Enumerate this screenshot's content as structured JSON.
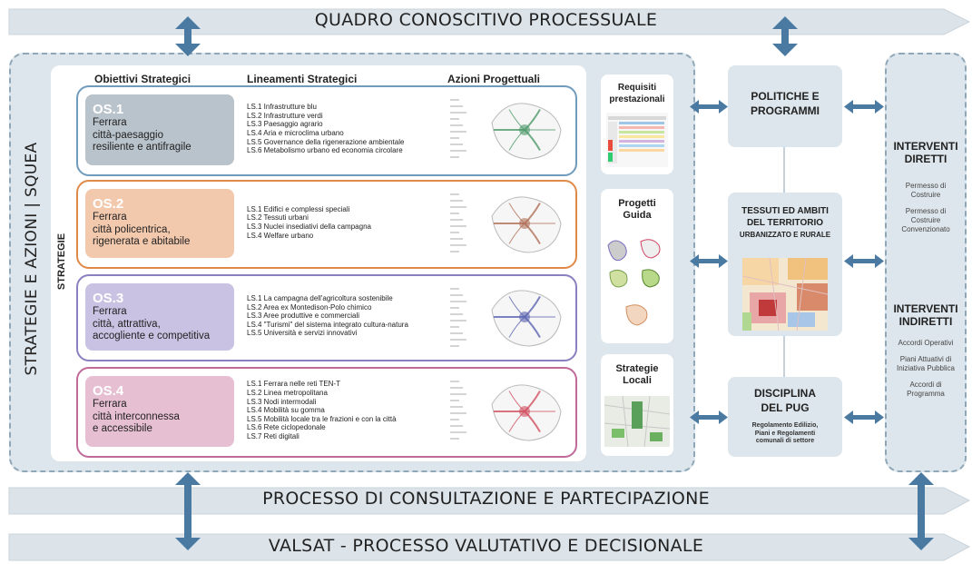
{
  "bands": {
    "top": "QUADRO CONOSCITIVO PROCESSUALE",
    "middle": "PROCESSO DI CONSULTAZIONE E PARTECIPAZIONE",
    "bottom": "VALSAT - PROCESSO VALUTATIVO E DECISIONALE"
  },
  "left_panel": {
    "vertical_label": "STRATEGIE E AZIONI | SQUEA",
    "strategie_label": "STRATEGIE",
    "headers": {
      "obiettivi": "Obiettivi Strategici",
      "lineamenti": "Lineamenti Strategici",
      "azioni": "Azioni Progettuali"
    }
  },
  "objectives": [
    {
      "code": "OS.1",
      "lines": [
        "Ferrara",
        "città-paesaggio",
        "resiliente e antifragile"
      ],
      "items": [
        "LS.1 Infrastrutture blu",
        "LS.2 Infrastrutture verdi",
        "LS.3 Paesaggio agrario",
        "LS.4 Aria e microclima urbano",
        "LS.5 Governance della rigenerazione ambientale",
        "LS.6 Metabolismo urbano ed economia circolare"
      ],
      "border": "#6f9cbd",
      "tag": "#b9c3cb",
      "tag_text": "#ffffff",
      "map": "#4f9a6a"
    },
    {
      "code": "OS.2",
      "lines": [
        "Ferrara",
        "città policentrica,",
        "rigenerata e abitabile"
      ],
      "items": [
        "LS.1 Edifici e complessi speciali",
        "LS.2 Tessuti urbani",
        "LS.3 Nuclei insediativi della campagna",
        "LS.4 Welfare urbano"
      ],
      "border": "#e08a4a",
      "tag": "#f3c9ad",
      "tag_text": "#ffffff",
      "map": "#b07058"
    },
    {
      "code": "OS.3",
      "lines": [
        "Ferrara",
        "città, attrattiva,",
        "accogliente e competitiva"
      ],
      "items": [
        "LS.1 La campagna dell'agricoltura sostenibile",
        "LS.2 Area ex Montedison-Polo chimico",
        "LS.3 Aree produttive e commerciali",
        "LS.4 \"Turismi\" del sistema integrato cultura-natura",
        "LS.5 Università e servizi innovativi"
      ],
      "border": "#8c7fc0",
      "tag": "#c9c2e2",
      "tag_text": "#ffffff",
      "map": "#5b64b0"
    },
    {
      "code": "OS.4",
      "lines": [
        "Ferrara",
        "città interconnessa",
        "e accessibile"
      ],
      "items": [
        "LS.1 Ferrara nelle reti TEN-T",
        "LS.2 Linea metropolitana",
        "LS.3 Nodi intermodali",
        "LS.4 Mobilità su gomma",
        "LS.5 Mobilità locale tra le frazioni e con la città",
        "LS.6 Rete ciclopedonale",
        "LS.7 Reti digitali"
      ],
      "border": "#c06a9a",
      "tag": "#e6bfd2",
      "tag_text": "#ffffff",
      "map": "#d05060"
    }
  ],
  "side_cards": [
    {
      "title": [
        "Requisiti",
        "prestazionali"
      ]
    },
    {
      "title": [
        "Progetti",
        "Guida"
      ]
    },
    {
      "title": [
        "Strategie",
        "Locali"
      ]
    }
  ],
  "mid_boxes": {
    "politiche": [
      "POLITICHE E",
      "PROGRAMMI"
    ],
    "tessuti": [
      "TESSUTI ED AMBITI",
      "DEL TERRITORIO"
    ],
    "tessuti_sub": "URBANIZZATO E RURALE",
    "disciplina": [
      "DISCIPLINA",
      "DEL PUG"
    ],
    "disciplina_sub": [
      "Regolamento Edilizio,",
      "Piani e Regolamenti",
      "comunali di settore"
    ]
  },
  "right_panel": {
    "diretti_title": [
      "INTERVENTI",
      "DIRETTI"
    ],
    "diretti_items": [
      "Permesso di",
      "Costruire",
      "",
      "Permesso di",
      "Costruire",
      "Convenzionato"
    ],
    "indiretti_title": [
      "INTERVENTI",
      "INDIRETTI"
    ],
    "indiretti_items": [
      "Accordi Operativi",
      "",
      "Piani Attuativi di",
      "Iniziativa Pubblica",
      "",
      "Accordi di",
      "Programma"
    ]
  },
  "colors": {
    "arrow": "#4a7aa2",
    "band": "#dce4ea",
    "panel": "#dde6ec"
  }
}
